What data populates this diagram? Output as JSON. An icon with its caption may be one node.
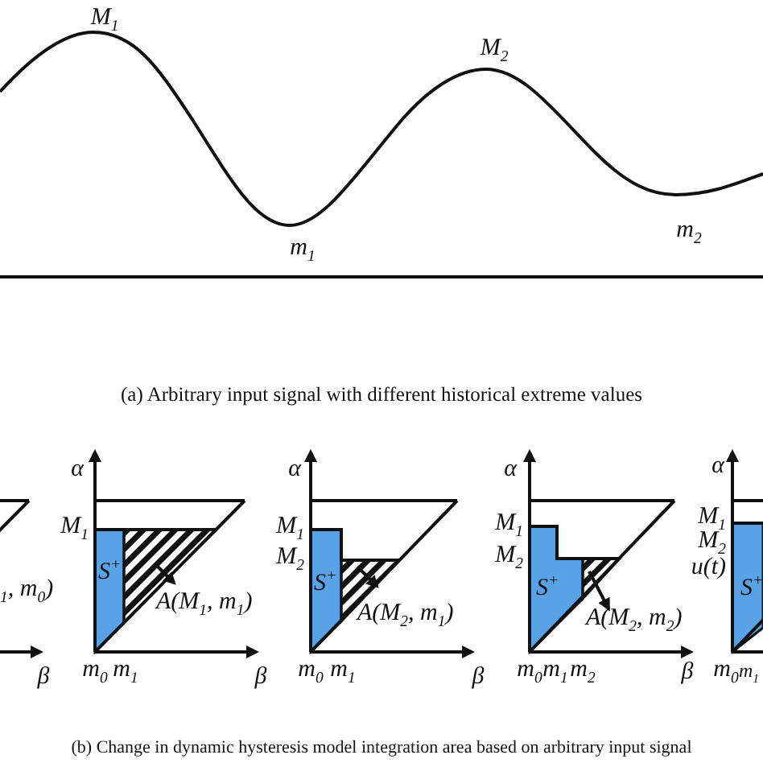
{
  "diagram": {
    "labels": [
      "M$_{1}$",
      "M$_{2}$",
      "m$_{1}$",
      "m$_{2}$",
      "(a) Arbitrary input signal with different historical extreme values",
      "$_{1}$, m$_{0}$)",
      "β",
      "α",
      "M$_{1}$",
      "S$^{+}$",
      "A(M$_{1}$, m$_{1}$)",
      "m$_{0}$",
      "m$_{1}$",
      "β",
      "α",
      "M$_{1}$",
      "M$_{2}$",
      "S$^{+}$",
      "A(M$_{2}$, m$_{1}$)",
      "m$_{0}$",
      "m$_{1}$",
      "β",
      "α",
      "M$_{1}$",
      "M$_{2}$",
      "S$^{+}$",
      "A(M$_{2}$, m$_{2}$)",
      "m$_{0}$",
      "m$_{1}$",
      "m$_{2}$",
      "β",
      "α",
      "M$_{1}$",
      "M$_{2}$",
      "u(t)",
      "S$^{+}$",
      "m$_{0}$",
      "m$_{1}$",
      "(b) Change in dynamic hysteresis model integration area based on arbitrary input signal"
    ]
  }
}
